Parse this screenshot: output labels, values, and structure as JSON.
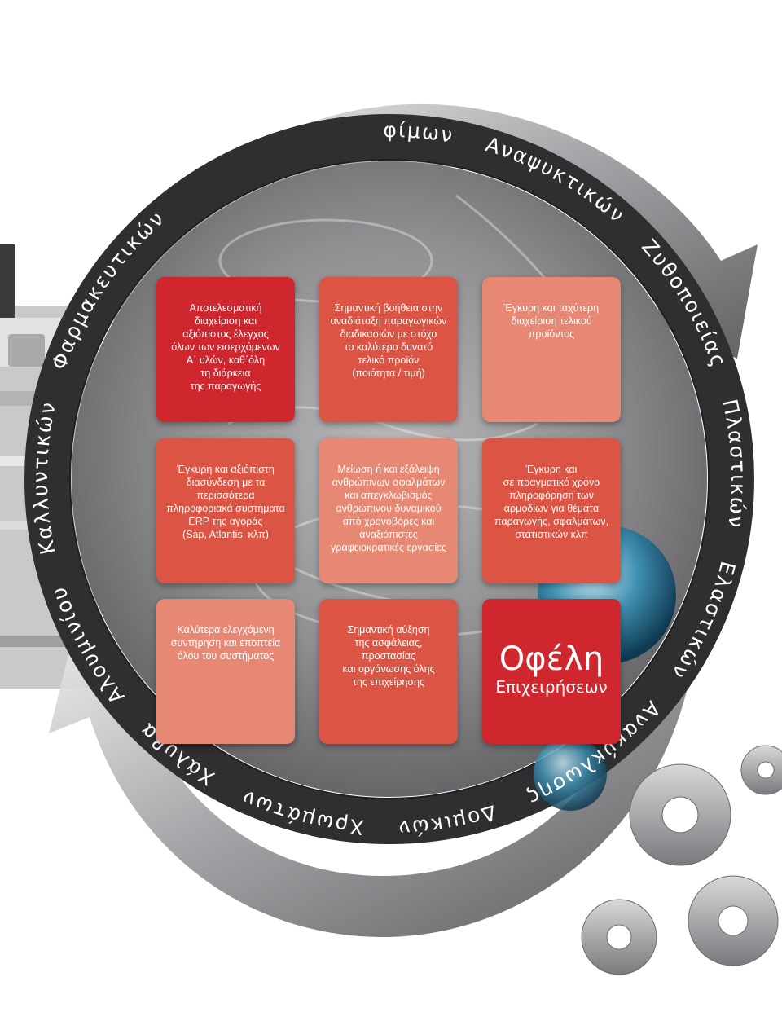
{
  "ring_labels": [
    "Τροφίμων",
    "Αναψυκτικών",
    "Ζυθοποιείας",
    "Πλαστικών",
    "Ελαστικών",
    "Ανακύκλωσης",
    "Δομικών",
    "Χρωμάτων",
    "Χάλυβα",
    "Αλουμινίου",
    "Καλλυντικών",
    "Φαρμακευτικών"
  ],
  "cards": [
    {
      "text": "Αποτελεσματική\nδιαχείριση και\nαξιόπιστος έλεγχος\nόλων των εισερχόμενων\nΑ΄ υλών, καθ΄όλη\nτη διάρκεια\nτης παραγωγής",
      "color": "#d0262e"
    },
    {
      "text": "Σημαντική βοήθεια στην\nαναδιάταξη παραγωγικών\nδιαδικασιών με στόχο\nτο καλύτερο δυνατό\nτελικό προϊόν\n(ποιότητα / τιμή)",
      "color": "#dc5443"
    },
    {
      "text": "Έγκυρη και ταχύτερη\nδιαχείριση τελικού\nπροϊόντος",
      "color": "#e68874"
    },
    {
      "text": "Έγκυρη και αξιόπιστη\nδιασύνδεση με τα\nπερισσότερα\nπληροφοριακά συστήματα\nERP της αγοράς\n(Sap, Atlantis, κλπ)",
      "color": "#dc5443"
    },
    {
      "text": "Μείωση ή και εξάλειψη\nανθρώπινων σφαλμάτων\nκαι απεγκλωβισμός\nανθρώπινου δυναμικού\nαπό χρονοβόρες και\nαναξιόπιστες\nγραφειοκρατικές εργασίες",
      "color": "#e68874"
    },
    {
      "text": "Έγκυρη και\nσε πραγματικό χρόνο\nπληροφόρηση των\nαρμοδίων για θέματα\nπαραγωγής, σφαλμάτων,\nστατιστικών κλπ",
      "color": "#dc5443"
    },
    {
      "text": "Καλύτερα ελεγχόμενη\nσυντήρηση και εποπτεία\nόλου του συστήματος",
      "color": "#e68874"
    },
    {
      "text": "Σημαντική αύξηση\nτης ασφάλειας,\nπροστασίας\nκαι οργάνωσης όλης\nτης επιχείρησης",
      "color": "#dc5443"
    }
  ],
  "title_card": {
    "main": "Οφέλη",
    "sub": "Επιχειρήσεων",
    "color": "#d0262e"
  },
  "colors": {
    "ring": "#2f2f31",
    "arrow": "#8e8e92",
    "background_photo": "#9a9a9c"
  }
}
